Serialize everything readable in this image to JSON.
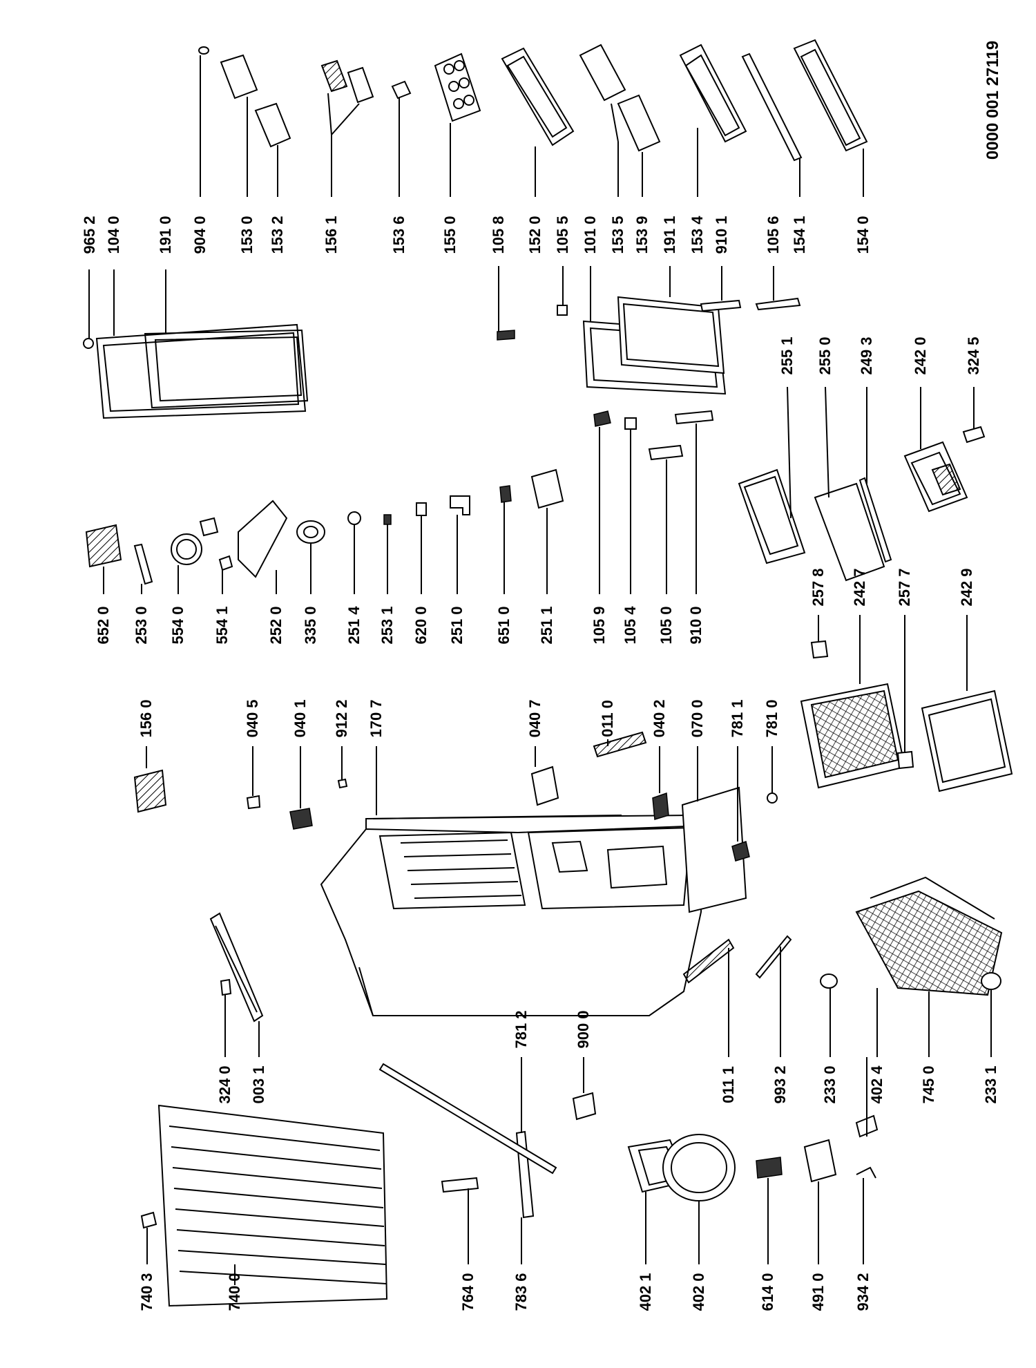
{
  "document_code": "0000 001 27119",
  "part_labels": [
    "965 2",
    "104 0",
    "191 0",
    "904 0",
    "153 0",
    "153 2",
    "156 1",
    "153 6",
    "155 0",
    "105 8",
    "152 0",
    "105 5",
    "101 0",
    "153 5",
    "153 9",
    "191 1",
    "153 4",
    "910 1",
    "105 6",
    "154 1",
    "154 0",
    "652 0",
    "253 0",
    "554 0",
    "554 1",
    "252 0",
    "335 0",
    "251 4",
    "253 1",
    "620 0",
    "251 0",
    "651 0",
    "251 1",
    "105 9",
    "105 4",
    "105 0",
    "910 0",
    "255 1",
    "255 0",
    "249 3",
    "242 0",
    "324 5",
    "156 0",
    "040 5",
    "040 1",
    "912 2",
    "170 7",
    "040 7",
    "011 0",
    "040 2",
    "070 0",
    "781 1",
    "781 0",
    "257 8",
    "242 7",
    "257 7",
    "242 9",
    "324 0",
    "003 1",
    "781 2",
    "900 0",
    "011 1",
    "993 2",
    "233 0",
    "402 4",
    "745 0",
    "233 1",
    "740 3",
    "740 0",
    "764 0",
    "783 6",
    "402 1",
    "402 0",
    "614 0",
    "491 0",
    "934 2"
  ]
}
